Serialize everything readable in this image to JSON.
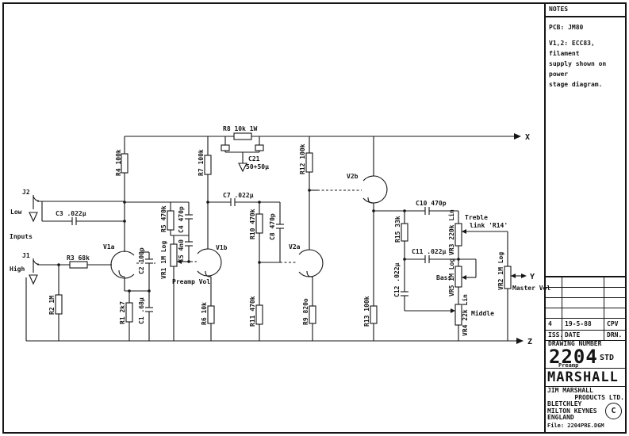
{
  "notes": {
    "title": "NOTES",
    "line1": "PCB: JM80",
    "line2": "V1,2: ECC83, filament",
    "line3": "supply shown on power",
    "line4": "stage diagram."
  },
  "title_block": {
    "iss_value": "4",
    "date_value": "19-5-88",
    "drn_value": "CPV",
    "iss_label": "ISS.",
    "date_label": "DATE",
    "drn_label": "DRN.",
    "drawing_number_label": "DRAWING NUMBER",
    "number": "2204",
    "number_sub": "Preamp",
    "number_suffix": "STD",
    "brand": "MARSHALL",
    "company1": "JIM MARSHALL",
    "company2": "PRODUCTS LTD.",
    "addr1": "BLETCHLEY",
    "addr2": "MILTON KEYNES",
    "addr3": "ENGLAND",
    "file": "File: 2204PRE.DGM",
    "copyright": "C"
  },
  "ports": {
    "x": "X",
    "y": "Y",
    "z": "Z"
  },
  "io": {
    "j2": "J2",
    "low": "Low",
    "inputs": "Inputs",
    "j1": "J1",
    "high": "High"
  },
  "tubes": {
    "v1a": "V1a",
    "v1b": "V1b",
    "v2a": "V2a",
    "v2b": "V2b"
  },
  "r": {
    "r1": "R1 2k7",
    "r2": "R2 1M",
    "r3": "R3 68k",
    "r4": "R4 100k",
    "r5": "R5 470k",
    "r6": "R6 10k",
    "r7": "R7 100k",
    "r8": "R8 10k 1W",
    "r9": "R9 820o",
    "r10": "R10 470k",
    "r11": "R11 470k",
    "r12": "R12 100k",
    "r13": "R13 100k",
    "r15": "R15 33k"
  },
  "c": {
    "c1": "C1 .68μ",
    "c2": "C2 100p",
    "c3": "C3 .022μ",
    "c4": "C4 470p",
    "c5": "C5 4n0",
    "c7": "C7 .022μ",
    "c8": "C8 470p",
    "c10": "C10 470p",
    "c11": "C11 .022μ",
    "c12": "C12 .022μ",
    "c21": "C21",
    "c21v": "50+50μ"
  },
  "vr": {
    "vr1": "VR1 1M Log",
    "vr1n": "Preamp Vol",
    "vr2": "VR2 1M Log",
    "vr2n": "Master Vol",
    "vr3": "VR3 220k Lin",
    "vr3n": "Treble",
    "vr4": "VR4 22k Lin",
    "vr4n": "Middle",
    "vr5": "VR5 1M Log",
    "vr5n": "Bass",
    "link": "link 'R14'"
  }
}
